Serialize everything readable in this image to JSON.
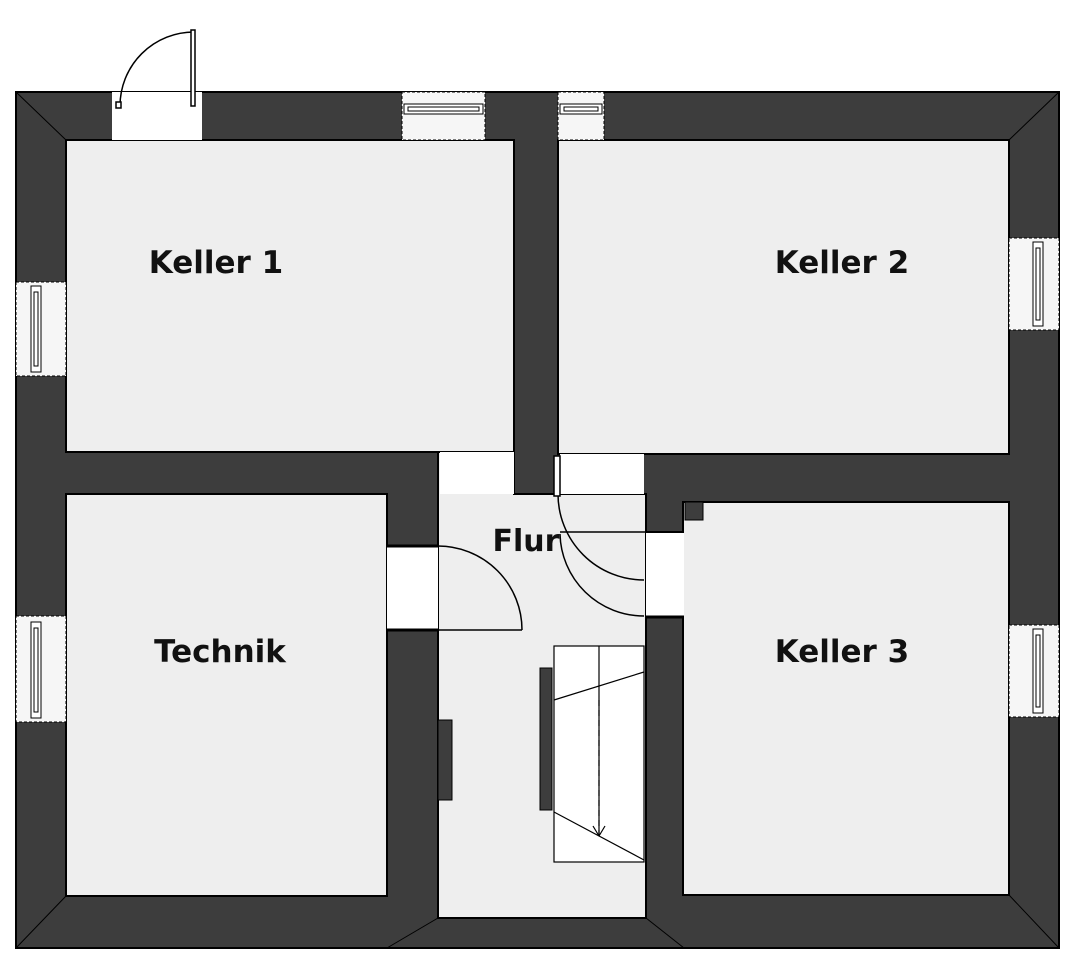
{
  "floor_plan": {
    "rooms": [
      {
        "id": "keller-1",
        "label": "Keller 1"
      },
      {
        "id": "keller-2",
        "label": "Keller 2"
      },
      {
        "id": "technik",
        "label": "Technik"
      },
      {
        "id": "keller-3",
        "label": "Keller 3"
      },
      {
        "id": "flur",
        "label": "Flur"
      }
    ],
    "colors": {
      "wall": "#3d3d3d",
      "floor": "#eeeeee",
      "line": "#000000",
      "background": "#ffffff"
    }
  }
}
